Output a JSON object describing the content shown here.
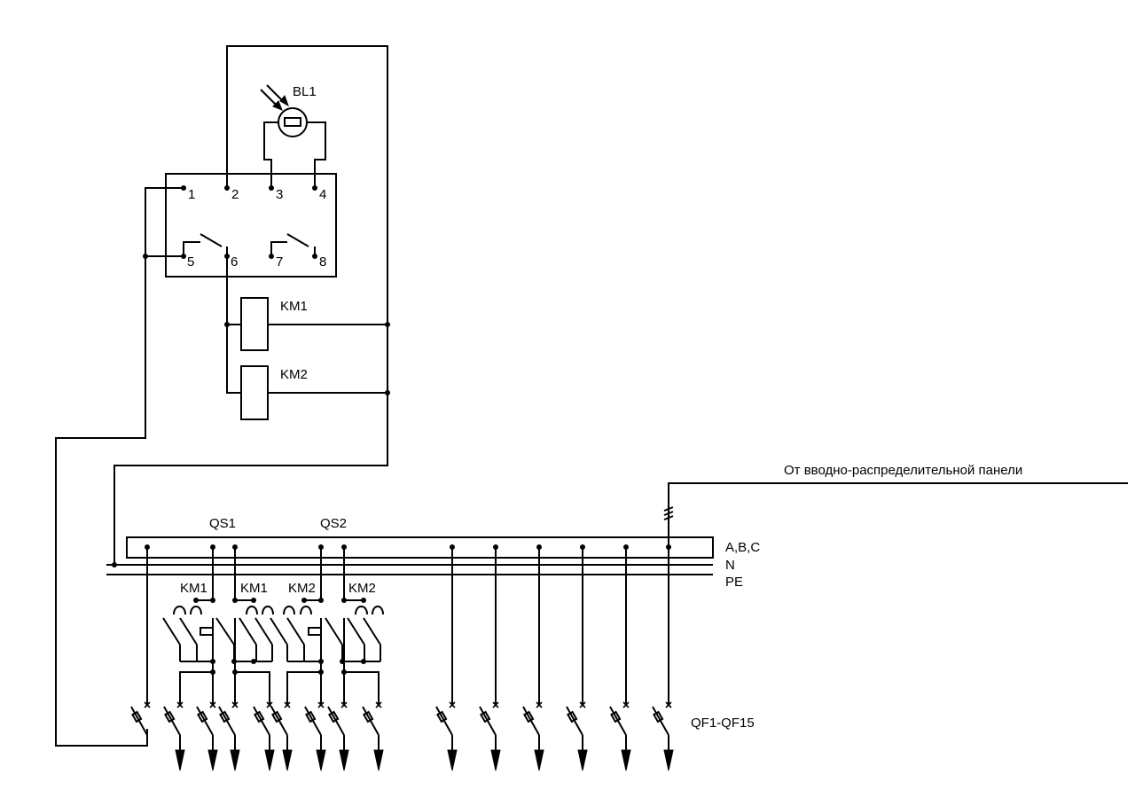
{
  "labels": {
    "sensor": "BL1",
    "pins": [
      "1",
      "2",
      "3",
      "4",
      "5",
      "6",
      "7",
      "8"
    ],
    "coil_1": "KM1",
    "coil_2": "KM2",
    "source": "От вводно-распределительной панели",
    "switch_1": "QS1",
    "switch_2": "QS2",
    "bus_abc": "A,B,C",
    "bus_n": "N",
    "bus_pe": "PE",
    "contact_km1_a": "KM1",
    "contact_km1_b": "KM1",
    "contact_km2_a": "KM2",
    "contact_km2_b": "KM2",
    "breakers": "QF1-QF15"
  }
}
